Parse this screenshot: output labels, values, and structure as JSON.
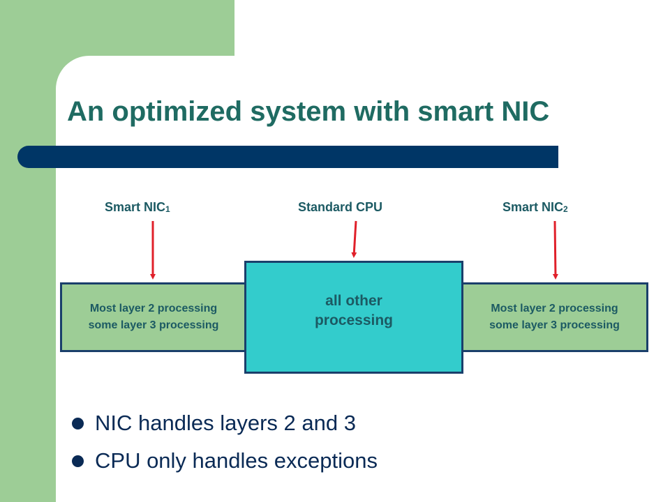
{
  "slide": {
    "title": "An optimized system with smart NIC"
  },
  "diagram": {
    "labels": {
      "nic1": {
        "text": "Smart NIC",
        "sub": "1"
      },
      "cpu": {
        "text": "Standard CPU"
      },
      "nic2": {
        "text": "Smart NIC",
        "sub": "2"
      }
    },
    "nic_left": {
      "line1": "Most layer 2 processing",
      "line2": "some layer 3 processing"
    },
    "cpu_box": {
      "line1": "all other",
      "line2": "processing"
    },
    "nic_right": {
      "line1": "Most layer 2 processing",
      "line2": "some layer 3 processing"
    },
    "arrow_color": "#e0202a"
  },
  "bullets": [
    "NIC handles layers 2 and 3",
    "CPU only handles exceptions"
  ],
  "colors": {
    "background_green": "#9dcd96",
    "title": "#1f6b62",
    "title_bar": "#003666",
    "cpu_fill": "#33cccc",
    "nic_fill": "#9dcd96",
    "box_border": "#1a3f6b",
    "bullet_text": "#0a2a55"
  }
}
